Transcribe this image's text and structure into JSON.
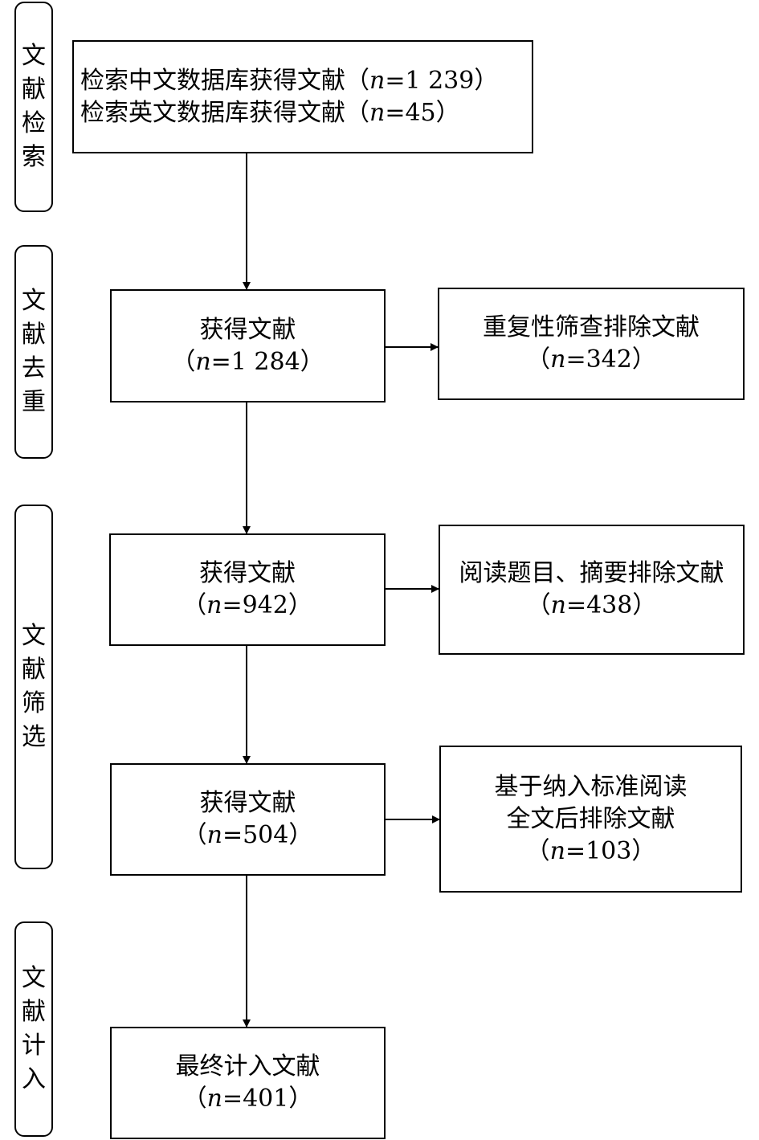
{
  "stages": [
    {
      "name": "stage-retrieval",
      "chars": [
        "文",
        "献",
        "检",
        "索"
      ]
    },
    {
      "name": "stage-dedup",
      "chars": [
        "文",
        "献",
        "去",
        "重"
      ]
    },
    {
      "name": "stage-screening",
      "chars": [
        "文",
        "献",
        "筛",
        "选"
      ]
    },
    {
      "name": "stage-inclusion",
      "chars": [
        "文",
        "献",
        "计",
        "入"
      ]
    }
  ],
  "boxes": {
    "search": {
      "line1_prefix": "检索中文数据库获得文献（",
      "line1_n": "n",
      "line1_value": "=1 239",
      "line1_suffix": "）",
      "line2_prefix": "检索英文数据库获得文献（",
      "line2_n": "n",
      "line2_value": "=45",
      "line2_suffix": "）"
    },
    "obtained1": {
      "title": "获得文献",
      "prefix": "（",
      "n": "n",
      "value": "=1 284",
      "suffix": "）"
    },
    "excluded1": {
      "title": "重复性筛查排除文献",
      "prefix": "（",
      "n": "n",
      "value": "=342",
      "suffix": "）"
    },
    "obtained2": {
      "title": "获得文献",
      "prefix": "（",
      "n": "n",
      "value": "=942",
      "suffix": "）"
    },
    "excluded2": {
      "title": "阅读题目、摘要排除文献",
      "prefix": "（",
      "n": "n",
      "value": "=438",
      "suffix": "）"
    },
    "obtained3": {
      "title": "获得文献",
      "prefix": "（",
      "n": "n",
      "value": "=504",
      "suffix": "）"
    },
    "excluded3": {
      "title_line1": "基于纳入标准阅读",
      "title_line2": "全文后排除文献",
      "prefix": "（",
      "n": "n",
      "value": "=103",
      "suffix": "）"
    },
    "final": {
      "title": "最终计入文献",
      "prefix": "（",
      "n": "n",
      "value": "=401",
      "suffix": "）"
    }
  }
}
